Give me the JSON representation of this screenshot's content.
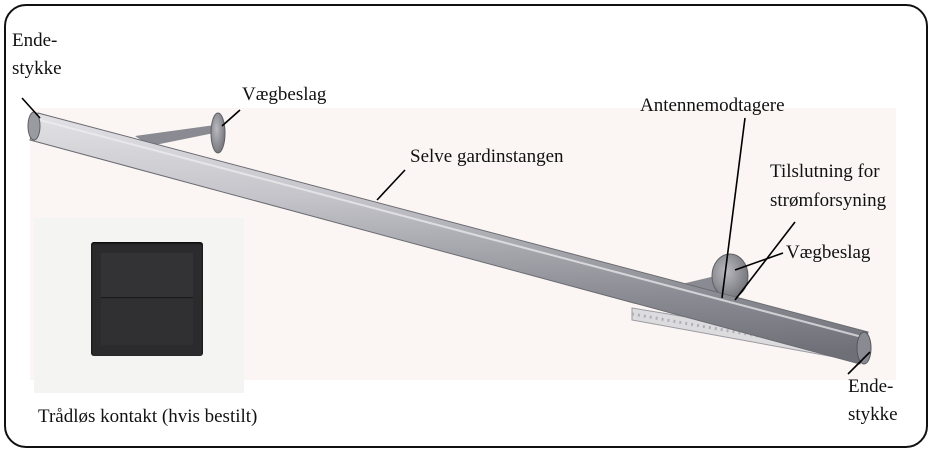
{
  "labels": {
    "endcap_left": [
      "Ende-",
      "stykke"
    ],
    "wall_bracket_left": "Vægbeslag",
    "rod": "Selve gardinstangen",
    "antenna_receivers": "Antennemodtagere",
    "power_connection": [
      "Tilslutning for",
      "strømforsyning"
    ],
    "wall_bracket_right": "Vægbeslag",
    "endcap_right": [
      "Ende-",
      "stykke"
    ],
    "wireless_switch": "Trådløs kontakt (hvis bestilt)"
  },
  "colors": {
    "frame": "#111111",
    "rod_light": "#c9c9cf",
    "rod_dark": "#7d7d85",
    "switch": "#2b2b2d",
    "leader_line": "#000000"
  }
}
